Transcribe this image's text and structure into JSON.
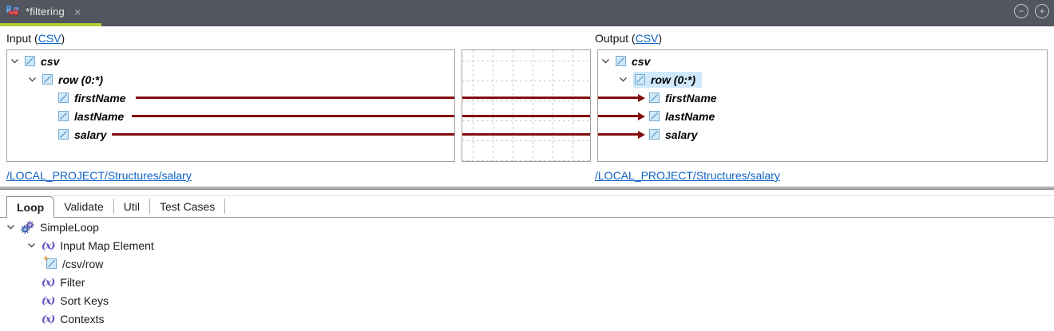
{
  "editor_tab": {
    "title": "*filtering",
    "close": "×"
  },
  "window_controls": {
    "collapse": "−",
    "expand": "+"
  },
  "input_section": {
    "prefix": "Input (",
    "type_link": "CSV",
    "suffix": ")",
    "structure_link": "/LOCAL_PROJECT/Structures/salary"
  },
  "output_section": {
    "prefix": "Output (",
    "type_link": "CSV",
    "suffix": ")",
    "structure_link": "/LOCAL_PROJECT/Structures/salary"
  },
  "input_tree": {
    "nodes": [
      {
        "label": "csv"
      },
      {
        "label": "row (0:*)"
      },
      {
        "label": "firstName"
      },
      {
        "label": "lastName"
      },
      {
        "label": "salary"
      }
    ]
  },
  "output_tree": {
    "selected_label": "row (0:*)",
    "nodes": [
      {
        "label": "csv"
      },
      {
        "label": "row (0:*)"
      },
      {
        "label": "firstName"
      },
      {
        "label": "lastName"
      },
      {
        "label": "salary"
      }
    ]
  },
  "mappings": [
    {
      "from": "/csv/row/firstName",
      "to": "/csv/row/firstName"
    },
    {
      "from": "/csv/row/lastName",
      "to": "/csv/row/lastName"
    },
    {
      "from": "/csv/row/salary",
      "to": "/csv/row/salary"
    }
  ],
  "bottom_tabs": [
    {
      "label": "Loop",
      "active": true
    },
    {
      "label": "Validate",
      "active": false
    },
    {
      "label": "Util",
      "active": false
    },
    {
      "label": "Test Cases",
      "active": false
    }
  ],
  "loop_tree": [
    {
      "label": "SimpleLoop"
    },
    {
      "label": "Input Map Element"
    },
    {
      "label": "/csv/row"
    },
    {
      "label": "Filter"
    },
    {
      "label": "Sort Keys"
    },
    {
      "label": "Contexts"
    }
  ],
  "colors": {
    "tab_bar_bg": "#53565e",
    "active_tab_underline": "#b7c832",
    "connection_line": "#830c0c",
    "selection_bg": "#cfe8fb",
    "link": "#0f62c7"
  }
}
